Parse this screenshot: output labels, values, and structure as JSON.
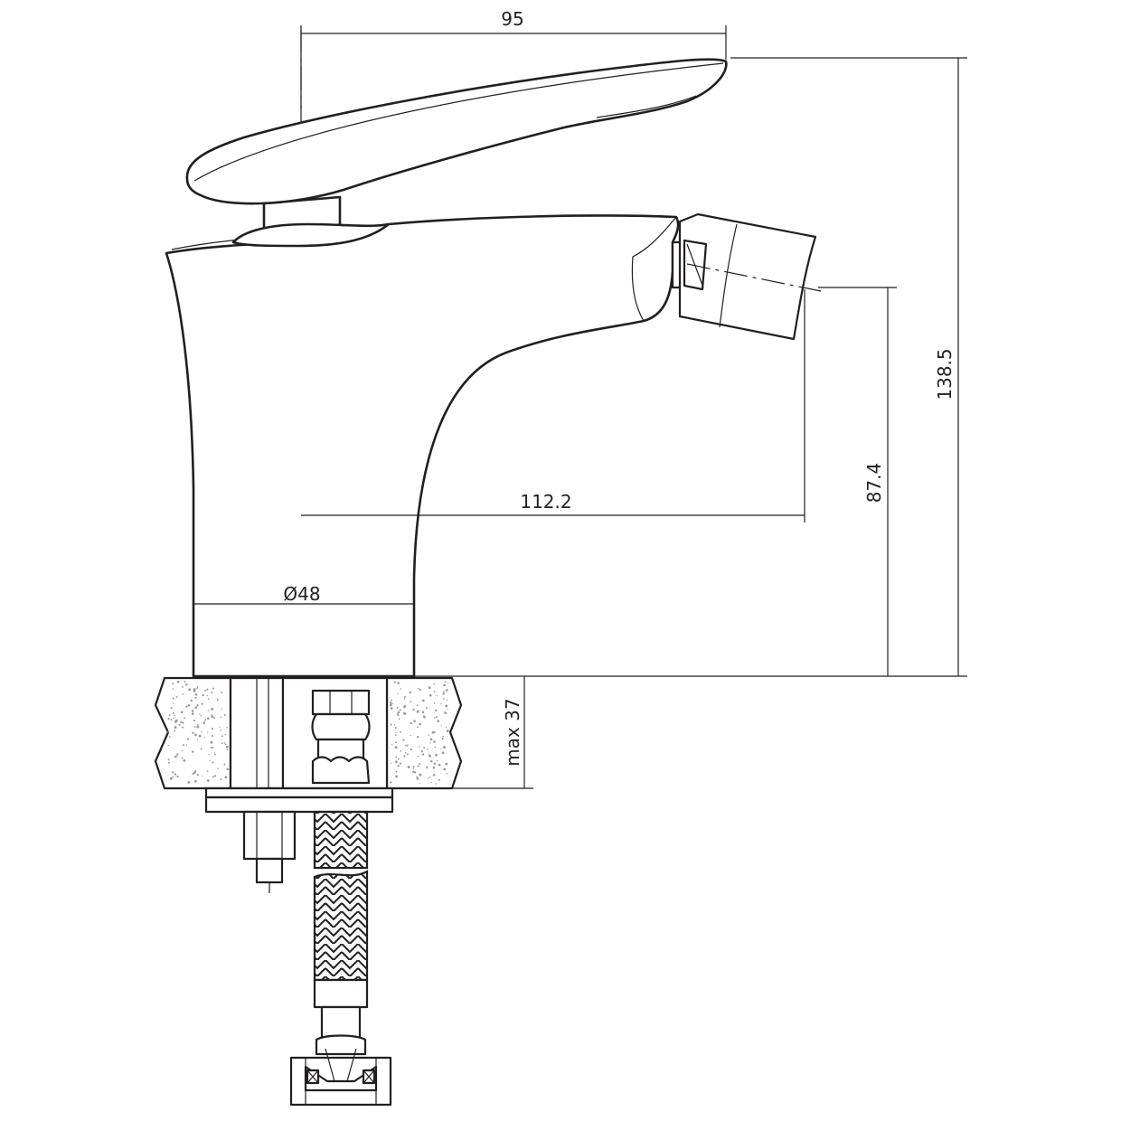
{
  "drawing": {
    "labels": {
      "width_95": "95",
      "height_138_5": "138.5",
      "height_87_4": "87.4",
      "reach_112_2": "112.2",
      "diameter_48": "Ø48",
      "max_37": "max 37"
    },
    "colors": {
      "line": "#231f20",
      "background": "#ffffff",
      "hatch": "#9a9a9a"
    }
  }
}
